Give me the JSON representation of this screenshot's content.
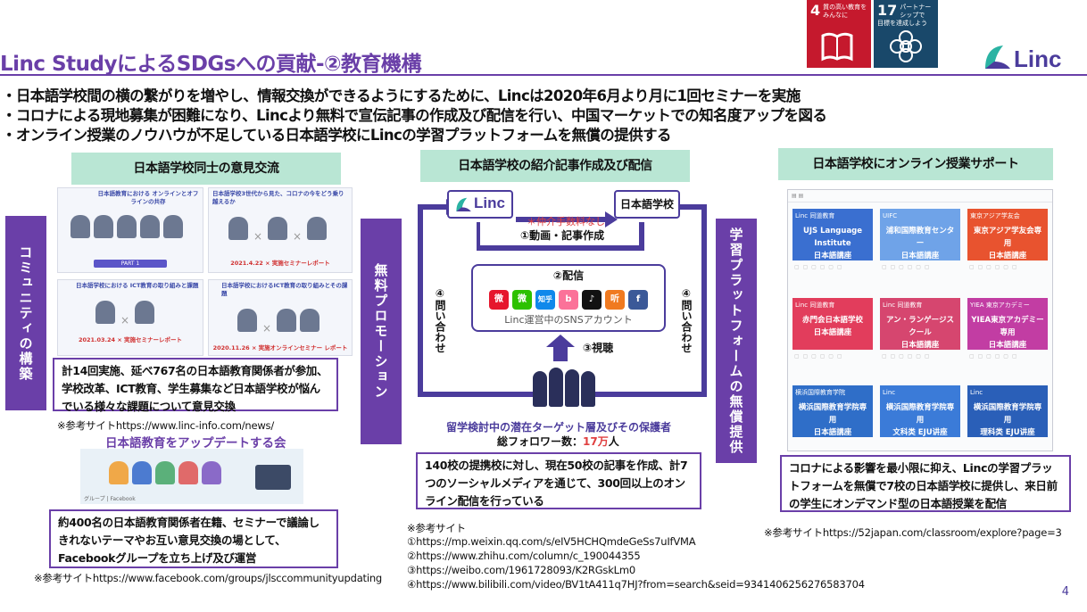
{
  "title": "Linc StudyによるSDGsへの貢献-②教育機構",
  "sdg_badges": [
    {
      "num": "4",
      "text": "質の高い教育を\nみんなに",
      "color": "#c5192d",
      "icon": "book-icon"
    },
    {
      "num": "17",
      "text": "パートナーシップで\n目標を達成しよう",
      "color": "#19486a",
      "icon": "flower-icon"
    }
  ],
  "logo": {
    "text": "Linc"
  },
  "bullets": [
    "・日本語学校間の横の繋がりを増やし、情報交換ができるようにするために、Lincは2020年6月より月に1回セミナーを実施",
    "・コロナによる現地募集が困難になり、Lincより無料で宣伝記事の作成及び配信を行い、中国マーケットでの知名度アップを図る",
    "・オンライン授業のノウハウが不足している日本語学校にLincの学習プラットフォームを無償の提供する"
  ],
  "section1": {
    "header": "日本語学校同士の意見交流",
    "side_label": "コミュニティの構築",
    "thumbs": [
      {
        "caption": "日本語教育における オンラインとオフラインの共存",
        "tag": "PART 1"
      },
      {
        "caption": "日本語学校3世代から見た、コロナの今をどう乗り越えるか",
        "tag": "2021.4.22 × 実施セミナーレポート"
      },
      {
        "caption": "日本語学校における ICT教育の取り組みと課題",
        "tag": "2021.03.24 × 実施セミナーレポート"
      },
      {
        "caption": "日本語学校におけるICT教育の取り組みとその課題",
        "tag": "2020.11.26 × 実施オンラインセミナー レポート"
      }
    ],
    "box1": "計14回実施、延べ767名の日本語教育関係者が参加、学校改革、ICT教育、学生募集など日本語学校が悩んでいる様々な課題について意見交換",
    "ref1": "※参考サイトhttps://www.linc-info.com/news/",
    "fb_title": "日本語教育をアップデートする会",
    "fb_caption": "グループ | Facebook",
    "box2": "約400名の日本語教育関係者在籍、セミナーで議論しきれないテーマやお互い意見交換の場として、Facebookグループを立ち上げ及び運営",
    "ref2": "※参考サイトhttps://www.facebook.com/groups/jlsccommunityupdating"
  },
  "section2": {
    "header": "日本語学校の紹介記事作成及び配信",
    "side_label": "無料プロモーション",
    "linc_box": "Linc",
    "school_box": "日本語学校",
    "no_fee": "＊仲介手数料なし",
    "step1": "①動画・記事作成",
    "step2": "②配信",
    "step3": "③視聴",
    "step4_left": "④問い合わせ",
    "step4_right": "④問い合わせ",
    "sns_label": "Linc運営中のSNSアカウント",
    "sns_icons": [
      {
        "name": "weibo-icon",
        "glyph": "微",
        "color": "#e6162d"
      },
      {
        "name": "wechat-icon",
        "glyph": "微",
        "color": "#2dc100"
      },
      {
        "name": "zhihu-icon",
        "glyph": "知乎",
        "color": "#0f88eb"
      },
      {
        "name": "bilibili-icon",
        "glyph": "b",
        "color": "#fb7299"
      },
      {
        "name": "tiktok-icon",
        "glyph": "♪",
        "color": "#111111"
      },
      {
        "name": "xigua-icon",
        "glyph": "听",
        "color": "#f07a20"
      },
      {
        "name": "facebook-icon",
        "glyph": "f",
        "color": "#3b5998"
      }
    ],
    "target": "留学検討中の潜在ターゲット層及びその保護者",
    "followers_label": "総フォロワー数：",
    "followers_value": "17万",
    "followers_unit": "人",
    "box": "140校の提携校に対し、現在50校の記事を作成、計7つのソーシャルメディアを通じて、300回以上のオンライン配信を行っている",
    "ref_title": "※参考サイト",
    "refs": [
      "①https://mp.weixin.qq.com/s/eIV5HCHQmdeGeSs7uIfVMA",
      "②https://www.zhihu.com/column/c_190044355",
      "③https://weibo.com/1961728093/K2RGskLm0",
      "④https://www.bilibili.com/video/BV1tA411q7HJ?from=search&seid=9341406256276583704"
    ]
  },
  "section3": {
    "header": "日本語学校にオンライン授業サポート",
    "side_label": "学習プラットフォームの無償提供",
    "cards": [
      {
        "brand": "Linc 同道教育",
        "title": "UJS Language Institute\n日本語講座",
        "color": "#3a6fd0"
      },
      {
        "brand": "UIFC",
        "title": "浦和国際教育センター\n日本語講座",
        "color": "#6fa3e8"
      },
      {
        "brand": "東京アジア学友会",
        "title": "東京アジア学友会専用\n日本語講座",
        "color": "#e8532f"
      },
      {
        "brand": "Linc 同道教育",
        "title": "赤門会日本語学校\n日本語講座",
        "color": "#e23d5c"
      },
      {
        "brand": "Linc 同道教育",
        "title": "アン・ランゲージスクール\n日本語講座",
        "color": "#d6466f"
      },
      {
        "brand": "YIEA 東京アカデミー",
        "title": "YIEA東京アカデミー専用\n日本語講座",
        "color": "#c23da3"
      },
      {
        "brand": "横浜国際教育学院",
        "title": "横浜国際教育学院専用\n日本語講座",
        "color": "#2f6ec8"
      },
      {
        "brand": "Linc",
        "title": "横浜国際教育学院専用\n文科类 EJU讲座",
        "color": "#3b7bd8"
      },
      {
        "brand": "Linc",
        "title": "横浜国際教育学院専用\n理科类 EJU讲座",
        "color": "#2a5fb8"
      }
    ],
    "box": "コロナによる影響を最小限に抑え、Lincの学習プラットフォームを無償で7校の日本語学校に提供し、来日前の学生にオンデマンド型の日本語授業を配信",
    "ref": "※参考サイトhttps://52japan.com/classroom/explore?page=3"
  },
  "page_number": "4",
  "colors": {
    "purple": "#6a3fa8",
    "mint": "#b9e6d4",
    "red": "#e04040"
  }
}
